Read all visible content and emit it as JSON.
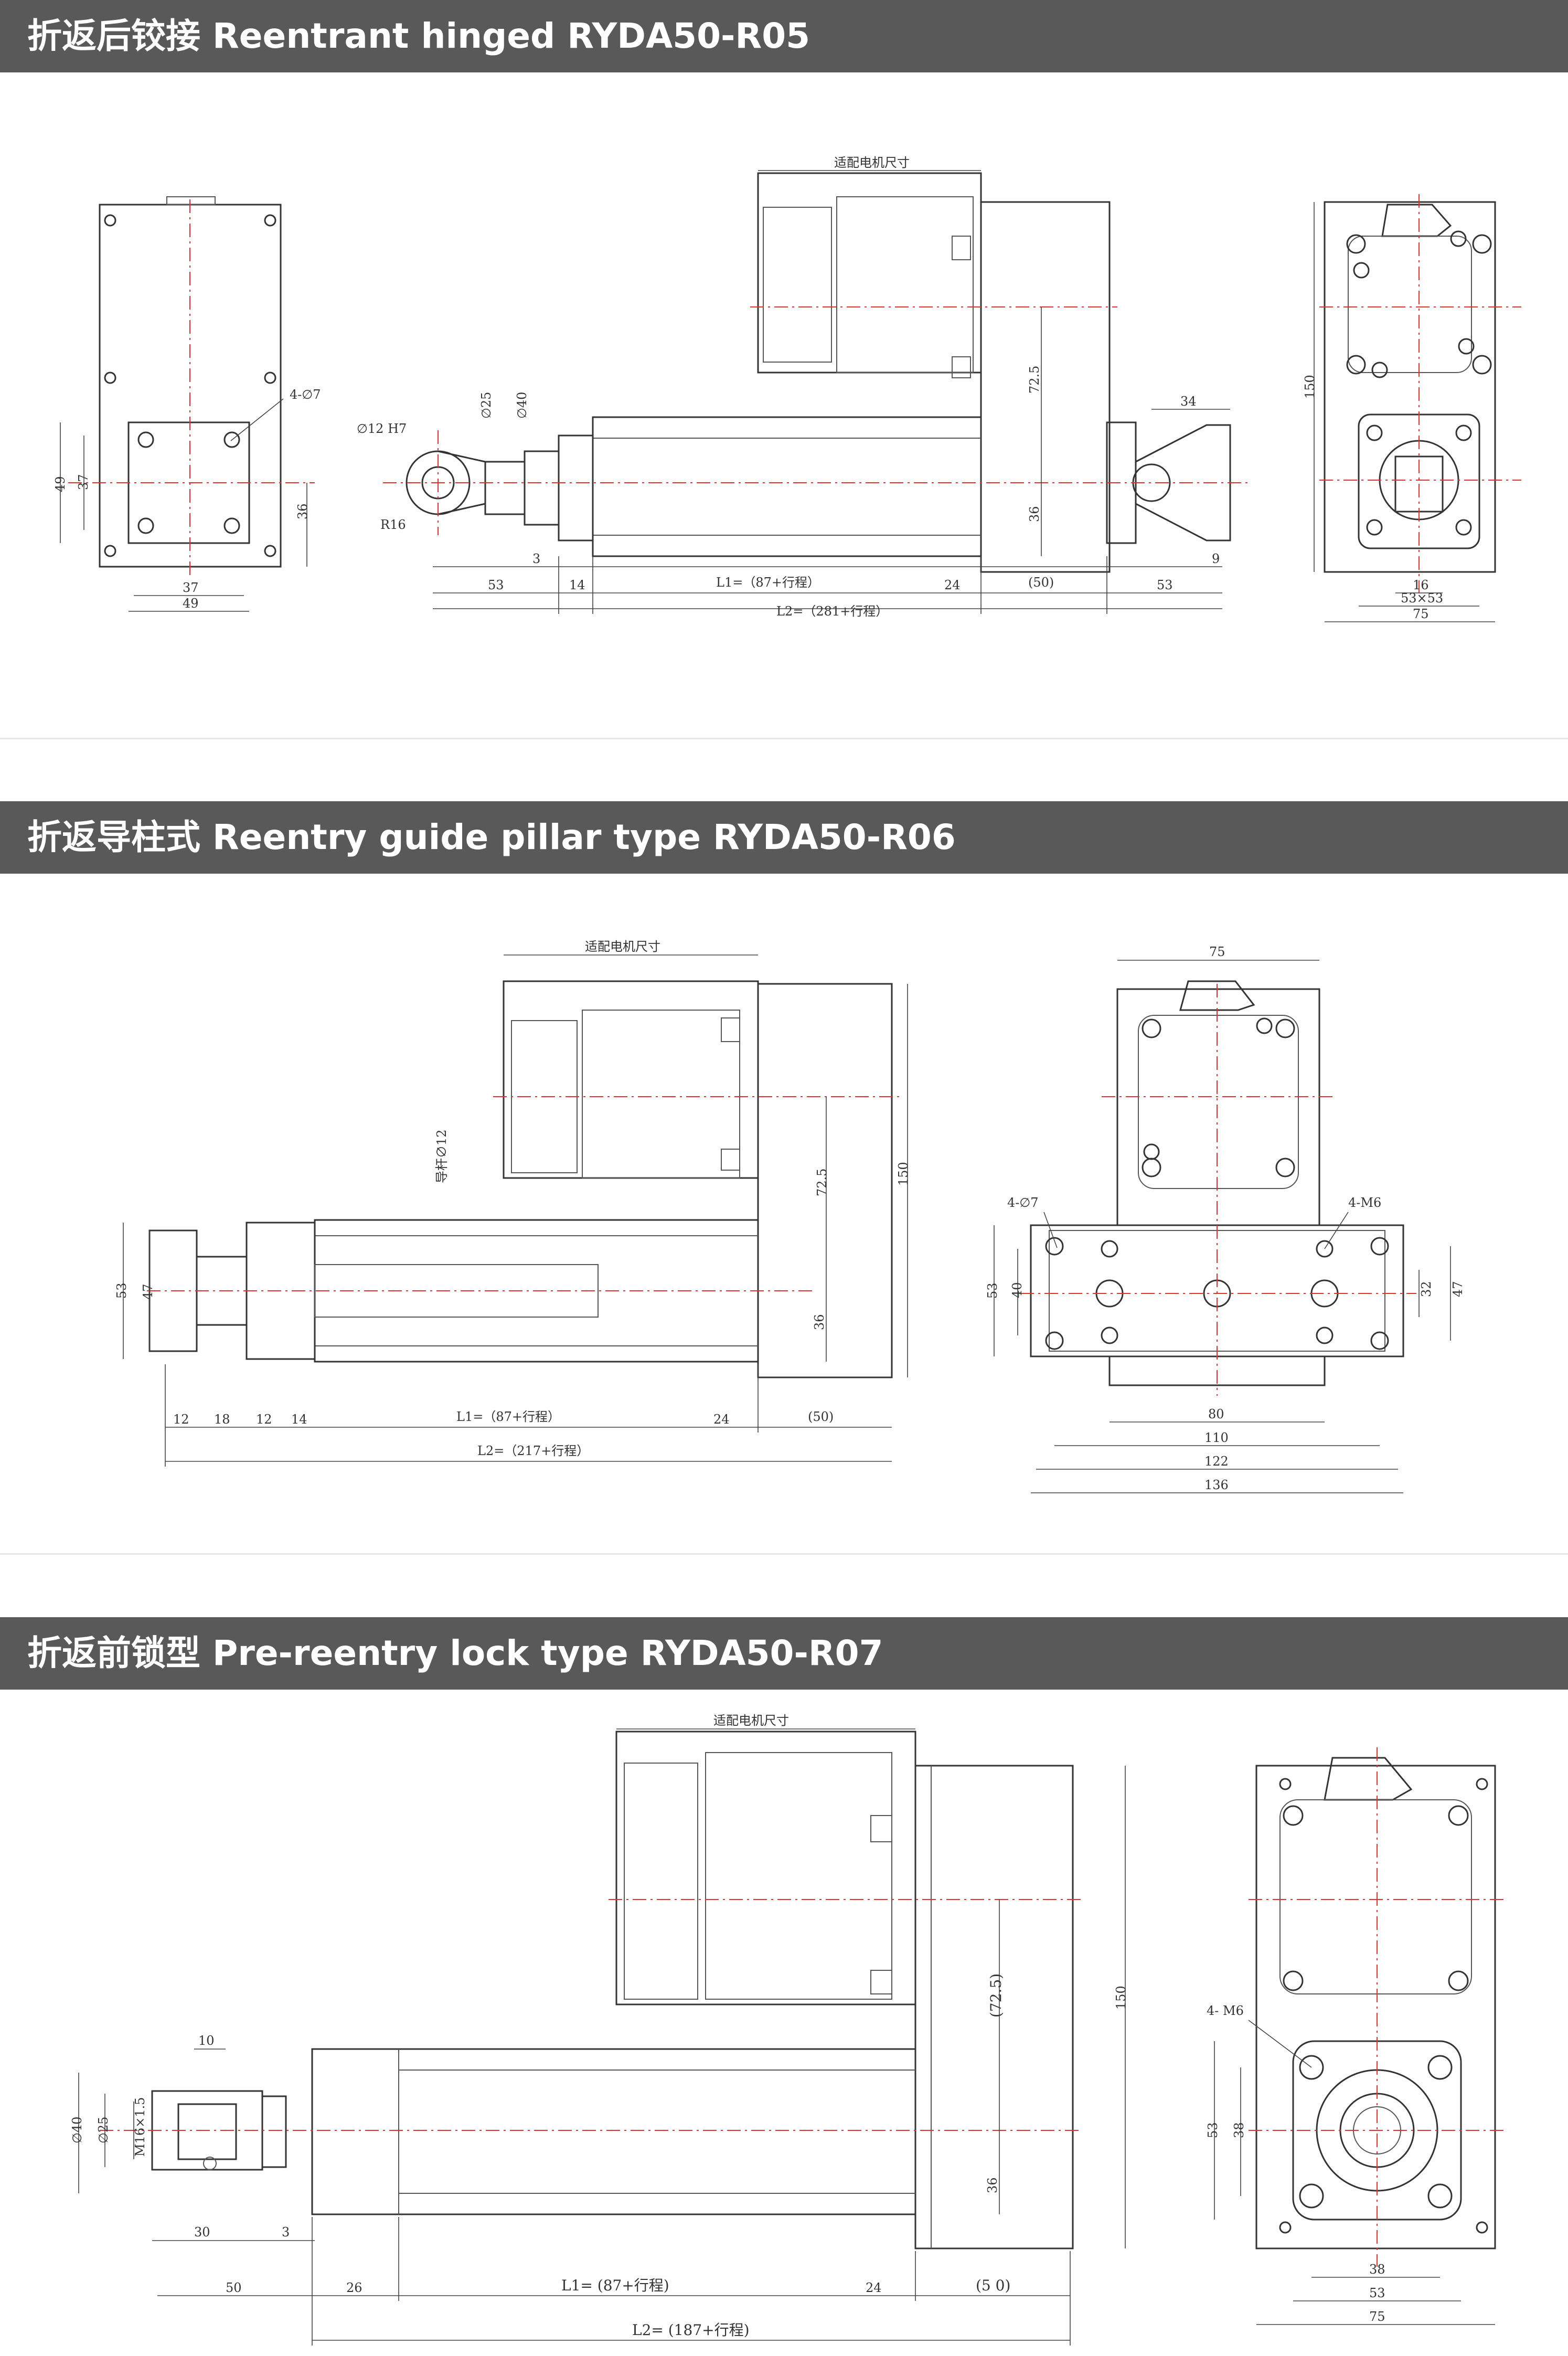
{
  "sections": [
    {
      "title": "折返后铰接 Reentrant hinged RYDA50-R05",
      "labels": {
        "motor": "适配电机尺寸",
        "holes": "4-∅7",
        "pin": "∅12 H7",
        "d25": "∅25",
        "d40": "∅40",
        "r16": "R16",
        "d34": "34",
        "d72": "72.5",
        "d36": "36",
        "d150": "150",
        "lh49": "49",
        "lh37": "37",
        "lh36": "36",
        "lw37": "37",
        "lw49": "49",
        "d3": "3",
        "d53a": "53",
        "d14": "14",
        "l1": "L1=（87+行程）",
        "d24": "24",
        "d50": "(50)",
        "d53b": "53",
        "d9": "9",
        "l2": "L2=（281+行程）",
        "r16w": "16",
        "r53x53": "53×53",
        "r75": "75"
      }
    },
    {
      "title": "折返导柱式 Reentry guide pillar type RYDA50-R06",
      "labels": {
        "motor": "适配电机尺寸",
        "guide": "导杆∅12",
        "d72": "72.5",
        "d36": "36",
        "d150": "150",
        "d53": "53",
        "d47": "47",
        "d12a": "12",
        "d18": "18",
        "d12b": "12",
        "d14": "14",
        "l1": "L1=（87+行程）",
        "d24": "24",
        "d50": "(50)",
        "l2": "L2=（217+行程）",
        "top75": "75",
        "holes": "4-∅7",
        "m6": "4-M6",
        "r53": "53",
        "r40": "40",
        "r32": "32",
        "r47": "47",
        "w80": "80",
        "w110": "110",
        "w122": "122",
        "w136": "136"
      }
    },
    {
      "title": "折返前锁型 Pre-reentry lock type RYDA50-R07",
      "labels": {
        "motor": "适配电机尺寸",
        "d10": "10",
        "d40": "∅40",
        "d25": "∅25",
        "thread": "M16×1.5",
        "d30": "30",
        "d3": "3",
        "d72": "(72.5)",
        "d36": "36",
        "d150": "150",
        "d50": "50",
        "d26": "26",
        "l1": "L1= (87+行程)",
        "d24": "24",
        "d50p": "(5 0)",
        "l2": "L2= (187+行程)",
        "m6": "4- M6",
        "r53": "53",
        "r38": "38",
        "w38": "38",
        "w53": "53",
        "w75": "75"
      }
    }
  ],
  "colors": {
    "banner": "#595959",
    "banner_text": "#ffffff",
    "centerline": "#dd3333",
    "line": "#333333"
  }
}
